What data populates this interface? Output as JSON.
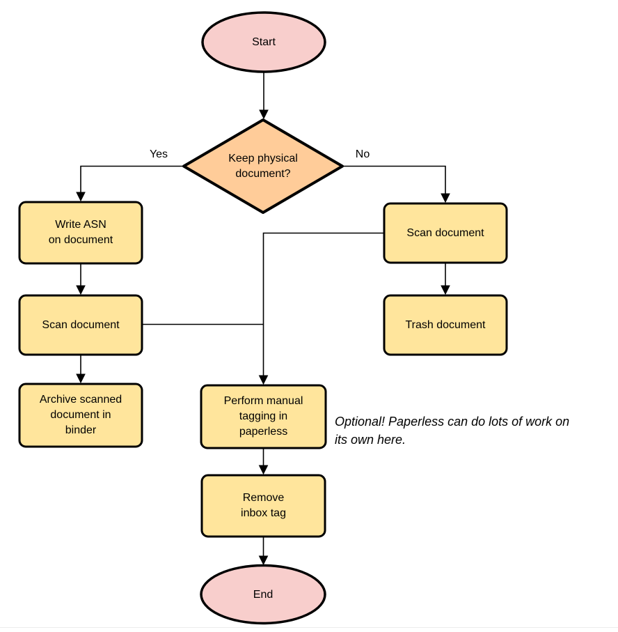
{
  "diagram": {
    "type": "flowchart",
    "palette": {
      "terminal_fill": "#F8CECC",
      "decision_fill": "#FFCC99",
      "process_fill": "#FFE59C",
      "shape_stroke": "#000000",
      "edge_color": "#000000",
      "page_border": "#ececec"
    }
  },
  "nodes": {
    "start": {
      "shape": "terminal",
      "label": "Start"
    },
    "decision": {
      "shape": "decision",
      "label": "Keep physical document?",
      "lines": [
        "Keep physical",
        "document?"
      ]
    },
    "write_asn": {
      "shape": "process",
      "label": "Write ASN on document",
      "lines": [
        "Write ASN",
        "on document"
      ]
    },
    "scan_left": {
      "shape": "process",
      "label": "Scan document"
    },
    "archive": {
      "shape": "process",
      "label": "Archive scanned document in binder",
      "lines": [
        "Archive scanned",
        "document in",
        "binder"
      ]
    },
    "scan_right": {
      "shape": "process",
      "label": "Scan document"
    },
    "trash": {
      "shape": "process",
      "label": "Trash document"
    },
    "tagging": {
      "shape": "process",
      "label": "Perform manual tagging in paperless",
      "lines": [
        "Perform manual",
        "tagging in",
        "paperless"
      ]
    },
    "remove_inbox": {
      "shape": "process",
      "label": "Remove inbox tag",
      "lines": [
        "Remove",
        "inbox tag"
      ]
    },
    "end": {
      "shape": "terminal",
      "label": "End"
    }
  },
  "edge_labels": {
    "yes": "Yes",
    "no": "No"
  },
  "annotation": {
    "text": "Optional! Paperless can do lots of work on its own here.",
    "lines": [
      "Optional! Paperless can do lots of work on",
      "its own here."
    ]
  }
}
